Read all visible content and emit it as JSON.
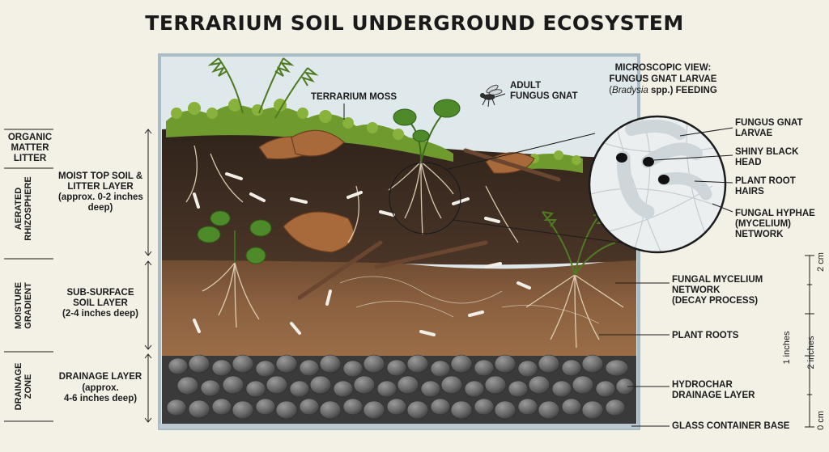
{
  "title": "TERRARIUM SOIL UNDERGROUND ECOSYSTEM",
  "zones": {
    "organic": "ORGANIC\nMATTER\nLITTER",
    "aerated": "AERATED\nRHIZOSPHERE",
    "moisture": "MOISTURE\nGRADIENT",
    "drainage": "DRAINAGE\nZONE"
  },
  "layers": {
    "top_title": "MOIST TOP SOIL &\nLITTER LAYER",
    "top_sub": "(approx. 0-2 inches\ndeep)",
    "mid_title": "SUB-SURFACE\nSOIL LAYER",
    "mid_sub": "(2-4 inches deep)",
    "drain_title": "DRAINAGE LAYER",
    "drain_sub": "(approx.\n4-6 inches deep)"
  },
  "callouts": {
    "moss": "TERRARIUM MOSS",
    "gnat": "ADULT\nFUNGUS GNAT",
    "micro_title_1": "MICROSCOPIC VIEW:",
    "micro_title_2": "FUNGUS GNAT LARVAE",
    "micro_italic": "Bradysia",
    "micro_rest": " spp.) FEEDING",
    "micro_open": "(",
    "larvae": "FUNGUS GNAT\nLARVAE",
    "head": "SHINY BLACK\nHEAD",
    "hairs": "PLANT ROOT\nHAIRS",
    "hyphae": "FUNGAL HYPHAE\n(MYCELIUM)\nNETWORK",
    "mycelium": "FUNGAL MYCELIUM\nNETWORK\n(DECAY PROCESS)",
    "roots": "PLANT ROOTS",
    "hydrochar": "HYDROCHAR\nDRAINAGE LAYER",
    "base": "GLASS CONTAINER BASE"
  },
  "scale": {
    "cm2": "2 cm",
    "in1": "1 inches",
    "in2": "2 inches",
    "cm0": "0 cm"
  },
  "colors": {
    "background": "#f3f0e6",
    "topsoil": "#3e2e22",
    "subsoil": "#8a5f3c",
    "pebbles": "#6b6b6b",
    "moss": "#6f9a2e",
    "glass": "#b9c9cf"
  }
}
